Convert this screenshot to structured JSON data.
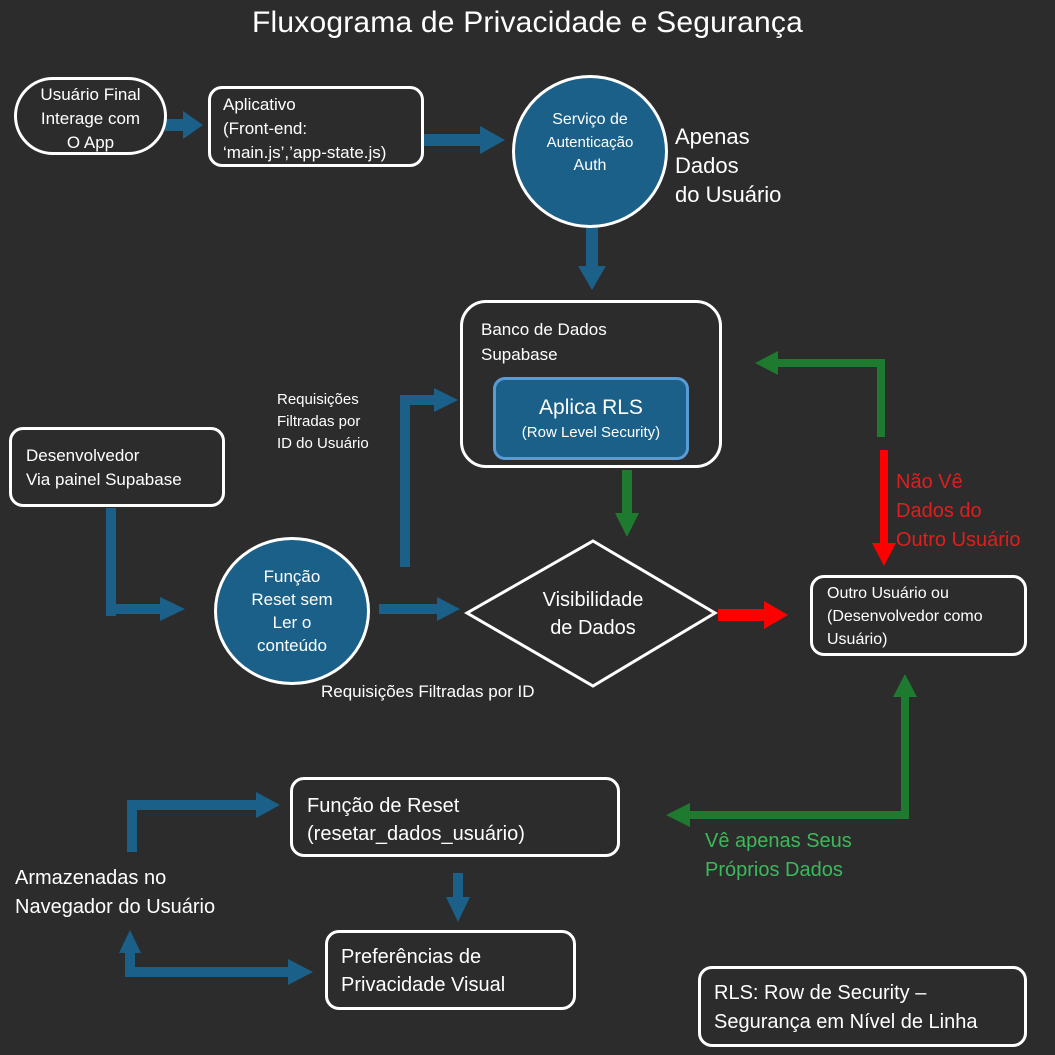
{
  "title": "Fluxograma de Privacidade e Segurança",
  "colors": {
    "background": "#2c2c2c",
    "blue_flow": "#1a6089",
    "rls_border": "#5b9bd5",
    "green_flow": "#1e7a2e",
    "red_flow": "#ff0000",
    "red_text": "#e01e1e",
    "green_text": "#3cb95a",
    "outline": "#ffffff"
  },
  "nodes": {
    "end_user": {
      "lines": [
        "Usuário Final",
        "Interage com",
        "O App"
      ]
    },
    "app": {
      "lines": [
        "Aplicativo",
        "(Front-end:",
        "‘main.js’,’app-state.js)"
      ]
    },
    "auth": {
      "lines": [
        "Serviço de",
        "Autenticação",
        "Auth"
      ]
    },
    "auth_note": {
      "lines": [
        "Apenas",
        "Dados",
        "do Usuário"
      ]
    },
    "database": {
      "lines": [
        "Banco de Dados",
        "Supabase"
      ]
    },
    "rls": {
      "title": "Aplica RLS",
      "subtitle": "(Row Level Security)"
    },
    "requests_note": {
      "lines": [
        "Requisições",
        "Filtradas por",
        "ID do Usuário"
      ]
    },
    "developer": {
      "lines": [
        "Desenvolvedor",
        "Via painel Supabase"
      ]
    },
    "reset_fn_circle": {
      "lines": [
        "Função",
        "Reset sem",
        "Ler o",
        "conteúdo"
      ]
    },
    "requests_by_id": {
      "text": "Requisições Filtradas por ID"
    },
    "visibility": {
      "lines": [
        "Visibilidade",
        "de Dados"
      ]
    },
    "other_user": {
      "lines": [
        "Outro Usuário ou",
        "(Desenvolvedor como",
        "Usuário)"
      ]
    },
    "not_see_note": {
      "lines": [
        "Não Vê",
        "Dados do",
        "Outro Usuário"
      ]
    },
    "sees_own_note": {
      "lines": [
        "Vê apenas Seus",
        "Próprios Dados"
      ]
    },
    "reset_fn_box": {
      "lines": [
        "Função de Reset",
        "(resetar_dados_usuário)"
      ]
    },
    "browser_storage": {
      "lines": [
        "Armazenadas no",
        "Navegador do Usuário"
      ]
    },
    "privacy_prefs": {
      "lines": [
        "Preferências de",
        "Privacidade Visual"
      ]
    },
    "legend": {
      "lines": [
        "RLS: Row de Security –",
        "Segurança em Nível de Linha"
      ]
    }
  },
  "connectors": [
    {
      "from": "end_user",
      "to": "app",
      "color": "blue"
    },
    {
      "from": "app",
      "to": "auth",
      "color": "blue"
    },
    {
      "from": "auth",
      "to": "database",
      "color": "blue"
    },
    {
      "from": "reset_fn_circle",
      "to": "database",
      "color": "blue",
      "label": "requests_note"
    },
    {
      "from": "developer",
      "to": "reset_fn_circle",
      "color": "blue"
    },
    {
      "from": "reset_fn_circle",
      "to": "visibility",
      "color": "blue",
      "label": "requests_by_id"
    },
    {
      "from": "database",
      "to": "visibility",
      "color": "green"
    },
    {
      "from": "visibility",
      "to": "other_user",
      "color": "red"
    },
    {
      "from": "other_user",
      "to": "database",
      "color": "green"
    },
    {
      "from": "other_user",
      "to": "other_user",
      "color": "red",
      "label": "not_see_note"
    },
    {
      "from": "other_user",
      "to": "reset_fn_box",
      "color": "green",
      "label": "sees_own_note"
    },
    {
      "from": "browser_storage",
      "to": "reset_fn_box",
      "color": "blue"
    },
    {
      "from": "reset_fn_box",
      "to": "privacy_prefs",
      "color": "blue"
    },
    {
      "from": "privacy_prefs",
      "to": "browser_storage",
      "color": "blue",
      "bidirectional": true
    }
  ]
}
